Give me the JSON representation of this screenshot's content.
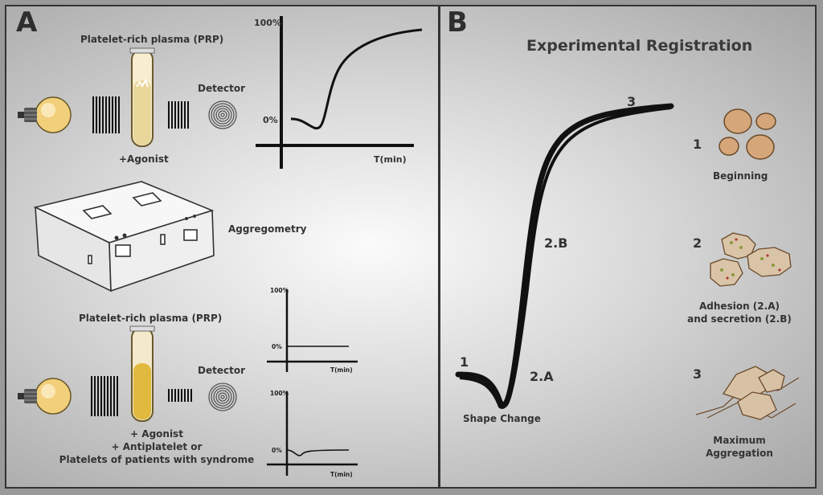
{
  "panel_a": {
    "letter": "A",
    "top": {
      "prp_label": "Platelet-rich plasma (PRP)",
      "detector_label": "Detector",
      "agonist_label": "+Agonist",
      "graph": {
        "y_max": "100%",
        "y_zero": "0%",
        "x_label": "T(min)"
      }
    },
    "device_label": "Aggregometry",
    "bottom": {
      "prp_label": "Platelet-rich plasma (PRP)",
      "detector_label": "Detector",
      "caption_line1": "+ Agonist",
      "caption_line2": "+ Antiplatelet or",
      "caption_line3": "Platelets of patients with syndrome",
      "graph1": {
        "y_max": "100%",
        "y_zero": "0%",
        "x_label": "T(min)"
      },
      "graph2": {
        "y_max": "100%",
        "y_zero": "0%",
        "x_label": "T(min)"
      }
    }
  },
  "panel_b": {
    "letter": "B",
    "title": "Experimental Registration",
    "curve_labels": {
      "p1": "1",
      "p2a": "2.A",
      "p2b": "2.B",
      "p3": "3",
      "shape_change": "Shape Change"
    },
    "stages": [
      {
        "number": "1",
        "label": "Beginning"
      },
      {
        "number": "2",
        "label_line1": "Adhesion (2.A)",
        "label_line2": "and secretion (2.B)"
      },
      {
        "number": "3",
        "label_line1": "Maximum",
        "label_line2": "Aggregation"
      }
    ]
  }
}
